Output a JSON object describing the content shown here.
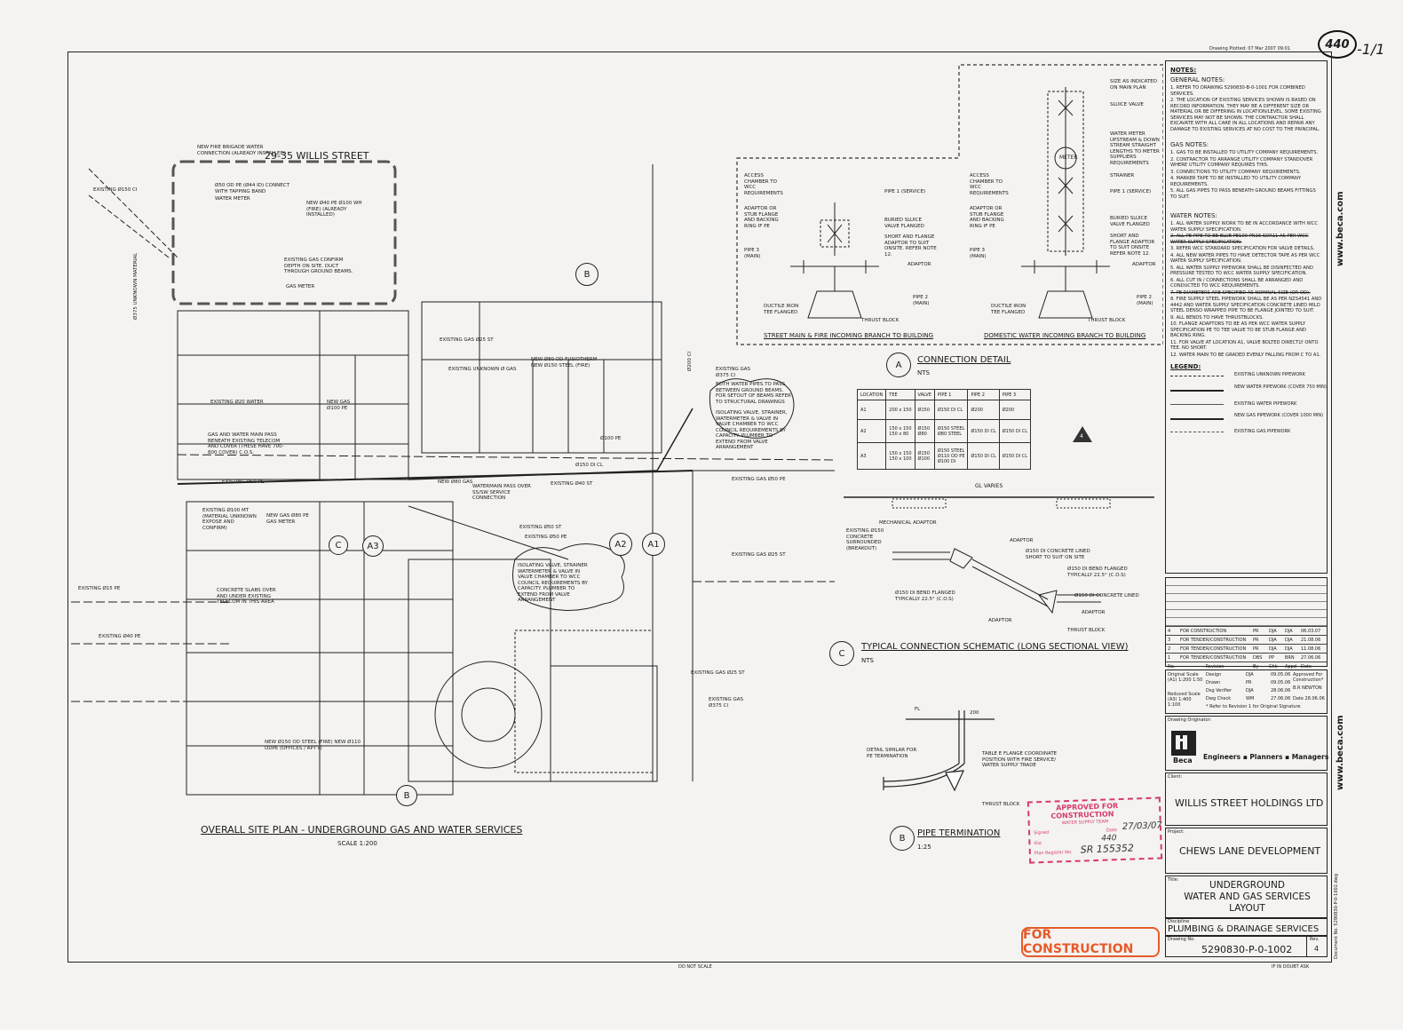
{
  "header": {
    "plotted": "Drawing Plotted: 07 Mar 2007 09:01",
    "sheet_mark": "440",
    "sheet_suffix": "-1/1"
  },
  "plan": {
    "street": "29-35 WILLIS STREET",
    "title": "OVERALL SITE PLAN - UNDERGROUND GAS AND WATER SERVICES",
    "scale": "SCALE 1:200",
    "labels": {
      "fire_conn": "NEW FIRE BRIGADE WATER CONNECTION (ALREADY INSTALLED)",
      "ex150ci_top": "EXISTING Ø150 CI",
      "pe50": "Ø50 OD PE (Ø44 ID) CONNECT WITH TAPPING BAND",
      "water_meter": "WATER METER",
      "new40pe": "NEW Ø40 PE Ø100 WH (FIRE) (ALREADY INSTALLED)",
      "gas_confirm": "EXISTING GAS CONFIRM DEPTH ON SITE. DUCT THROUGH GROUND BEAMS.",
      "gas_meter": "GAS METER",
      "unknown_material": "Ø375 UNKNOWN MATERIAL",
      "ex_gas25": "EXISTING GAS Ø25 ST",
      "ex_unknown_gas": "EXISTING UNKNOWN Ø GAS",
      "new80": "NEW Ø80 OD FUSIOTHERM NEW Ø150 STEEL (FIRE)",
      "ex20water": "EXISTING Ø20 WATER",
      "new_gas100": "NEW GAS Ø100 PE",
      "gas_water_pass": "GAS AND WATER MAIN PASS BENEATH EXISTING TELECOM AND COVER (THESE HAVE 700-800 COVER) C.O.S.",
      "ex_gas375": "EXISTING GAS Ø375 CI",
      "both_pipes": "BOTH WATER PIPES TO PASS BETWEEN GROUND BEAMS. FOR SETOUT OF BEAMS REFER TO STRUCTURAL DRAWINGS",
      "iso_valve_1": "ISOLATING VALVE, STRAINER, WATERMETER & VALVE IN VALVE CHAMBER TO WCC COUNCIL REQUIREMENTS BY CAPACITY. PLUMBER TO EXTEND FROM VALVE ARRANGEMENT",
      "pe100": "Ø100 PE",
      "ci150": "Ø150 DI CL",
      "ex50pe": "EXISTING Ø50 PE",
      "new80gas": "NEW Ø80 GAS",
      "watermain_pass": "WATERMAIN PASS OVER SS/SW SERVICE CONNECTION",
      "ex40st": "EXISTING Ø40 ST",
      "ex_gas50pe": "EXISTING GAS Ø50 PE",
      "ex_100mt": "EXISTING Ø100 MT (MATERIAL UNKNOWN EXPOSE AND CONFIRM)",
      "new_gas80pe": "NEW GAS Ø80 PE GAS METER",
      "ex50st": "EXISTING Ø50 ST",
      "ex50pe2": "EXISTING Ø50 PE",
      "ex_gas25st": "EXISTING GAS Ø25 ST",
      "ex15pe": "EXISTING Ø15 PE",
      "concrete_slabs": "CONCRETE SLABS OVER AND UNDER EXISTING TELECOM IN THIS AREA",
      "iso_valve_2": "ISOLATING VALVE, STRAINER WATERMETER & VALVE IN VALVE CHAMBER TO WCC COUNCIL REQUIREMENTS BY CAPACITY. PLUMBER TO EXTEND FROM VALVE ARRANGEMENT",
      "ex40pe": "EXISTING Ø40 PE",
      "ex_gas25st_b": "EXISTING GAS Ø25 ST",
      "ex_gas375ci": "EXISTING GAS Ø375 CI",
      "new150": "NEW Ø150 OD STEEL (FIRE) NEW Ø110 ODPE (OFFICES / APT's)",
      "ex200ci": "Ø200 CI"
    },
    "markers": [
      "B",
      "A2",
      "A1",
      "C",
      "A3",
      "B"
    ]
  },
  "detail_a": {
    "left_title": "STREET MAIN & FIRE INCOMING BRANCH TO BUILDING",
    "right_title": "DOMESTIC WATER INCOMING BRANCH TO BUILDING",
    "title": "CONNECTION DETAIL",
    "letter": "A",
    "nts": "NTS",
    "left_labels": [
      "ACCESS CHAMBER TO WCC REQUIREMENTS",
      "ADAPTOR OR STUB FLANGE AND BACKING RING IF PE",
      "PIPE 3 (MAIN)",
      "DUCTILE IRON TEE FLANGED",
      "PIPE 1 (SERVICE)",
      "BURIED SLUICE VALVE FLANGED",
      "SHORT AND FLANGE ADAPTOR TO SUIT ONSITE. REFER NOTE 12.",
      "ADAPTOR",
      "PIPE 2 (MAIN)",
      "THRUST BLOCK"
    ],
    "right_labels": [
      "SIZE AS INDICATED ON MAIN PLAN",
      "SLUICE VALVE",
      "WATER METER UPSTREAM & DOWN STREAM STRAIGHT LENGTHS TO METER SUPPLIERS REQUIREMENTS",
      "METER",
      "STRAINER",
      "PIPE 1 (SERVICE)",
      "BURIED SLUICE VALVE FLANGED",
      "SHORT AND FLANGE ADAPTOR TO SUIT ONSITE REFER NOTE 12.",
      "ADAPTOR",
      "PIPE 2 (MAIN)",
      "THRUST BLOCK",
      "ACCESS CHAMBER TO WCC REQUIREMENTS",
      "ADAPTOR OR STUB FLANGE AND BACKING RING IF PE",
      "PIPE 3 (MAIN)",
      "DUCTILE IRON TEE FLANGED"
    ],
    "table": {
      "headers": [
        "LOCATION",
        "TEE",
        "VALVE",
        "PIPE 1",
        "PIPE 2",
        "PIPE 3"
      ],
      "rows": [
        [
          "A1",
          "200 x 150",
          "Ø150",
          "Ø150 DI CL",
          "Ø200",
          "Ø200"
        ],
        [
          "A2",
          "150 x 150\n150 x 80",
          "Ø150\nØ80",
          "Ø150 STEEL\nØ80 STEEL",
          "Ø150 DI CL",
          "Ø150 DI CL"
        ],
        [
          "A3",
          "150 x 150\n150 x 100",
          "Ø150\nØ100",
          "Ø150 STEEL\nØ110 OD PE\nØ100 DI",
          "Ø150 DI CL",
          "Ø150 DI CL"
        ]
      ]
    },
    "rev_marker": "4"
  },
  "detail_c": {
    "gl": "GL VARIES",
    "labels": [
      "MECHANICAL ADAPTOR",
      "EXISTING Ø150 CONCRETE SURROUNDED (BREAKOUT)",
      "ADAPTOR",
      "Ø150 DI CONCRETE LINED SHORT TO SUIT ON SITE",
      "Ø150 DI BEND FLANGED TYPICALLY 22.5° (C.O.S)",
      "Ø150 DI BEND FLANGED TYPICALLY 22.5° (C.O.S)",
      "Ø150 DI CONCRETE LINED",
      "ADAPTOR",
      "ADAPTOR",
      "THRUST BLOCK"
    ],
    "letter": "C",
    "title": "TYPICAL CONNECTION SCHEMATIC (LONG SECTIONAL VIEW)",
    "nts": "NTS"
  },
  "detail_b": {
    "labels": [
      "DETAIL SIMILAR FOR PE TERMINATION",
      "TABLE E FLANGE COORDINATE POSITION WITH FIRE SERVICE/ WATER SUPPLY TRADE",
      "THRUST BLOCK",
      "FL",
      "200"
    ],
    "letter": "B",
    "title": "PIPE TERMINATION",
    "scale": "1:25"
  },
  "stamp": {
    "line1": "APPROVED FOR",
    "line2": "CONSTRUCTION",
    "line3": "WATER SUPPLY TEAM",
    "signed": "Signed",
    "date_label": "Date",
    "date": "27/03/07",
    "file_label": "File",
    "file": "440",
    "plan_ref_label": "Plan Register No.",
    "plan_ref": "SR 155352"
  },
  "for_construction": "FOR CONSTRUCTION",
  "do_not_scale": "DO NOT SCALE",
  "if_in_doubt": "IF IN DOUBT ASK",
  "notes": {
    "title": "NOTES:",
    "general_h": "GENERAL NOTES:",
    "general": [
      "1. REFER TO DRAWING 5290830-B-0-1001 FOR COMBINED SERVICES.",
      "2. THE LOCATION OF EXISTING SERVICES SHOWN IS BASED ON RECORD INFORMATION. THEY MAY BE A DIFFERENT SIZE OR MATERIAL OR BE DIFFERING IN LOCATION/LEVEL. SOME EXISTING SERVICES MAY NOT BE SHOWN. THE CONTRACTOR SHALL EXCAVATE WITH ALL CARE IN ALL LOCATIONS AND REPAIR ANY DAMAGE TO EXISTING SERVICES AT NO COST TO THE PRINCIPAL."
    ],
    "gas_h": "GAS NOTES:",
    "gas": [
      "1. GAS TO BE INSTALLED TO UTILITY COMPANY REQUIREMENTS.",
      "2. CONTRACTOR TO ARRANGE UTILITY COMPANY STANDOVER WHERE UTILITY COMPANY REQUIRES THIS.",
      "3. CONNECTIONS TO UTILITY COMPANY REQUIREMENTS.",
      "4. MARKER TAPE TO BE INSTALLED TO UTILITY COMPANY REQUIREMENTS.",
      "5. ALL GAS PIPES TO PASS BENEATH GROUND BEAMS FITTINGS TO SUIT."
    ],
    "water_h": "WATER NOTES:",
    "water": [
      "1. ALL WATER SUPPLY WORK TO BE IN ACCORDANCE WITH WCC WATER SUPPLY SPECIFICATION.",
      "2. ALL PE PIPE TO BE BLUE PE100 PN16 SDR11 AS PER WCC WATER SUPPLY SPECIFICATION.",
      "3. REFER WCC STANDARD SPECIFICATION FOR VALVE DETAILS.",
      "4. ALL NEW WATER PIPES TO HAVE DETECTOR TAPE AS PER WCC WATER SUPPLY SPECIFICATION.",
      "5. ALL WATER SUPPLY PIPEWORK SHALL BE DISINFECTED AND PRESSURE TESTED TO WCC WATER SUPPLY SPECIFICATION.",
      "6. ALL CUT IN / CONNECTIONS SHALL BE ARRANGED AND CONDUCTED TO WCC REQUIREMENTS.",
      "7. PE DIAMETERS ARE SPECIFIED AS NOMINAL SIZE (OR OD).",
      "8. FIRE SUPPLY STEEL PIPEWORK SHALL BE AS PER NZS4541 AND 4442 AND WATER SUPPLY SPECIFICATION CONCRETE LINED MILD STEEL DENSO WRAPPED PIPE TO BE FLANGE JOINTED TO SUIT.",
      "9. ALL BENDS TO HAVE THRUSTBLOCKS.",
      "10. FLANGE ADAPTORS TO BE AS PER WCC WATER SUPPLY SPECIFICATION PE TO TEE VALVE TO BE STUB FLANGE AND BACKING RING.",
      "11. FOR VALVE AT LOCATION A1, VALVE BOLTED DIRECTLY ONTO TEE. NO SHORT.",
      "12. WATER MAIN TO BE GRADED EVENLY FALLING FROM C TO A1."
    ],
    "legend_h": "LEGEND:",
    "legend": [
      "EXISTING UNKNOWN PIPEWORK",
      "NEW WATER PIPEWORK (COVER 750 MIN)",
      "EXISTING WATER PIPEWORK",
      "NEW GAS PIPEWORK (COVER 1000 MIN)",
      "EXISTING GAS PIPEWORK"
    ]
  },
  "revisions": {
    "rows": [
      [
        "4",
        "FOR CONSTRUCTION",
        "PR",
        "DJA",
        "DJA",
        "06.03.07"
      ],
      [
        "3",
        "FOR TENDER/CONSTRUCTION",
        "PR",
        "DJA",
        "DJA",
        "21.08.06"
      ],
      [
        "2",
        "FOR TENDER/CONSTRUCTION",
        "PR",
        "DJA",
        "DJA",
        "11.08.06"
      ],
      [
        "1",
        "FOR TENDER/CONSTRUCTION",
        "DBS",
        "PP",
        "BRN",
        "27.06.06"
      ]
    ],
    "header": [
      "No.",
      "Revision",
      "By",
      "Chk",
      "Appd",
      "Date"
    ]
  },
  "signoff": {
    "original_scale": "Original Scale (A1) 1:200 1:50",
    "reduced_scale": "Reduced Scale (A3) 1:400 1:100",
    "design": "Design",
    "design_by": "DJA",
    "design_date": "09.05.06",
    "drawn": "Drawn",
    "drawn_by": "PR",
    "drawn_date": "09.05.06",
    "verifier": "Dsg Verifier",
    "verifier_by": "DJA",
    "verifier_date": "28.06.06",
    "check": "Dwg Check",
    "check_by": "WM",
    "check_date": "27.06.06",
    "approved": "Approved For Construction*",
    "approved_by": "B.R NEWTON",
    "date": "Date 28.06.06",
    "footnote": "* Refer to Revision 1 for Original Signature",
    "originator": "Drawing Originator:"
  },
  "company": {
    "logo": "Beca",
    "tagline": "Engineers ▪ Planners ▪ Managers",
    "web": "www.beca.com"
  },
  "client": {
    "label": "Client:",
    "name": "WILLIS STREET HOLDINGS LTD"
  },
  "project": {
    "label": "Project:",
    "name": "CHEWS LANE DEVELOPMENT"
  },
  "title_block": {
    "label": "Title:",
    "line1": "UNDERGROUND",
    "line2": "WATER AND GAS SERVICES",
    "line3": "LAYOUT",
    "discipline_label": "Discipline",
    "discipline": "PLUMBING & DRAINAGE SERVICES",
    "drawing_no_label": "Drawing No.",
    "drawing_no": "5290830-P-0-1002",
    "rev_label": "Rev.",
    "rev": "4",
    "document_no": "Document No. 5290830-P-0-1002.dwg"
  }
}
